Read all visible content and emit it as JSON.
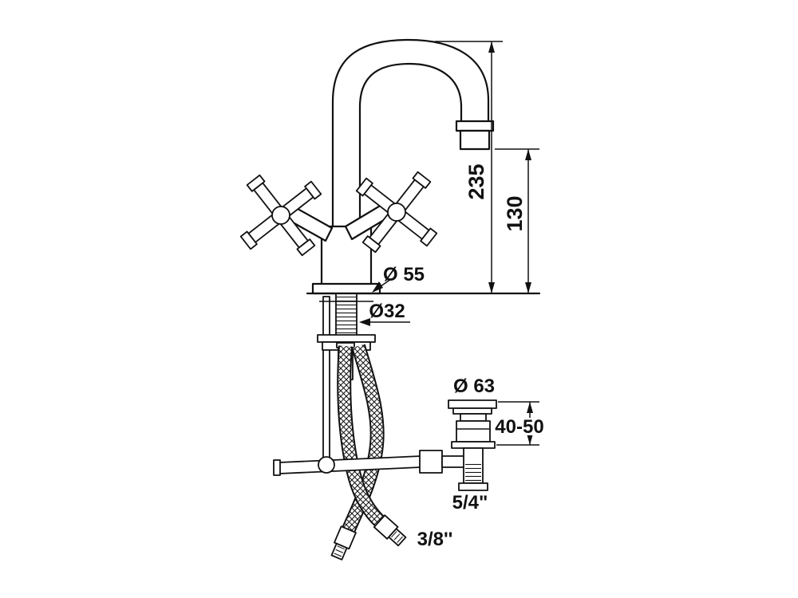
{
  "page": {
    "background": "#ffffff",
    "line_color": "#111111"
  },
  "labels": {
    "total_height": "235",
    "spout_outlet_height": "130",
    "body_base_diameter": "Ø 55",
    "mounting_hole_diameter": "Ø32",
    "waste_plug_diameter": "Ø 63",
    "waste_height_range": "40-50",
    "waste_thread_size": "5/4\"",
    "supply_hose_thread_size": "3/8''"
  }
}
